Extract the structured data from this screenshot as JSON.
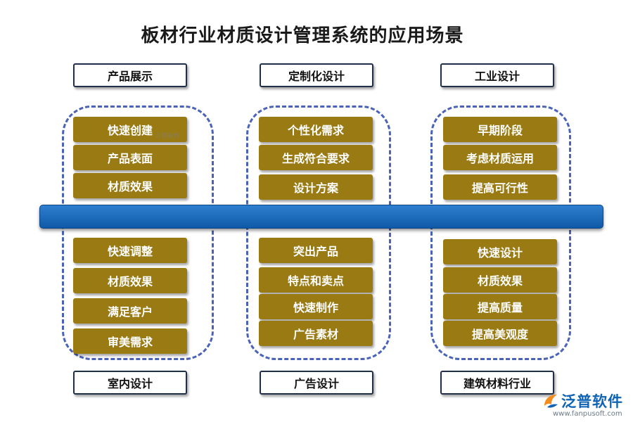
{
  "title": "板材行业材质设计管理系统的应用场景",
  "top_labels": [
    "产品展示",
    "定制化设计",
    "工业设计"
  ],
  "bottom_labels": [
    "室内设计",
    "广告设计",
    "建筑材料行业"
  ],
  "columns": [
    {
      "upper": [
        "快速创建",
        "产品表面",
        "材质效果"
      ],
      "lower": [
        "快速调整",
        "材质效果",
        "满足客户",
        "审美需求"
      ]
    },
    {
      "upper": [
        "个性化需求",
        "生成符合要求",
        "设计方案"
      ],
      "lower": [
        "突出产品",
        "特点和卖点",
        "快速制作",
        "广告素材"
      ]
    },
    {
      "upper": [
        "早期阶段",
        "考虑材质运用",
        "提高可行性"
      ],
      "lower": [
        "快速设计",
        "材质效果",
        "提高质量",
        "提高美观度"
      ]
    }
  ],
  "watermark": "泛普软件",
  "logo": {
    "name": "泛普软件",
    "url": "www.fanpusoft.com",
    "icon": "fanpu-logo-icon"
  },
  "colors": {
    "item_fill": "#9a7a12",
    "band_fill": "#1a6cc0",
    "dashed_border": "#4a63b8",
    "label_border": "#1f2f4a"
  }
}
